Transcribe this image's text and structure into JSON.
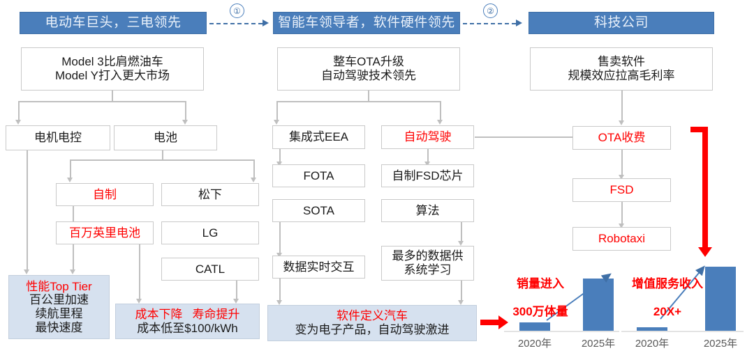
{
  "phases": [
    {
      "title": "电动车巨头，三电领先"
    },
    {
      "title": "智能车领导者，软件硬件领先"
    },
    {
      "title": "科技公司"
    }
  ],
  "transitions": [
    {
      "label": "①"
    },
    {
      "label": "②"
    }
  ],
  "column1": {
    "summary_line1": "Model 3比肩燃油车",
    "summary_line2": "Model Y打入更大市场",
    "nodes": {
      "motor": "电机电控",
      "battery": "电池",
      "self_made": "自制",
      "panasonic": "松下",
      "million_mile": "百万英里电池",
      "lg": "LG",
      "catl": "CATL"
    },
    "outcome_left": {
      "line1": "性能Top Tier",
      "line2": "百公里加速",
      "line3": "续航里程",
      "line4": "最快速度"
    },
    "outcome_right": {
      "line1a": "成本下降",
      "line1b": "寿命提升",
      "line2": "成本低至$100/kWh"
    }
  },
  "column2": {
    "summary_line1": "整车OTA升级",
    "summary_line2": "自动驾驶技术领先",
    "nodes": {
      "eea": "集成式EEA",
      "autopilot": "自动驾驶",
      "fota": "FOTA",
      "fsd_chip": "自制FSD芯片",
      "sota": "SOTA",
      "algorithm": "算法",
      "data_realtime": "数据实时交互",
      "data_learn_line1": "最多的数据供",
      "data_learn_line2": "系统学习"
    },
    "outcome": {
      "line1": "软件定义汽车",
      "line2": "变为电子产品，自动驾驶激进"
    }
  },
  "column3": {
    "summary_line1": "售卖软件",
    "summary_line2": "规模效应拉高毛利率",
    "nodes": {
      "ota_fee": "OTA收费",
      "fsd": "FSD",
      "robotaxi": "Robotaxi"
    }
  },
  "chart_data": [
    {
      "type": "bar",
      "title": "销量进入\n300万体量",
      "categories": [
        "2020年",
        "2025年"
      ],
      "values": [
        12,
        75
      ],
      "ylim": [
        0,
        100
      ],
      "grid": false,
      "annotation": "销量进入 300万体量",
      "trend": "up"
    },
    {
      "type": "bar",
      "title": "增值服务收入\n20X+",
      "categories": [
        "2020年",
        "2025年"
      ],
      "values": [
        5,
        92
      ],
      "ylim": [
        0,
        100
      ],
      "grid": false,
      "annotation": "增值服务收入 20X+",
      "trend": "up"
    }
  ],
  "colors": {
    "header_blue": "#4A7EBB",
    "shaded_blue": "#d6e1ef",
    "accent_red": "#FF0000",
    "connector_gray": "#bfbfbf",
    "bar_blue": "#4A7EBB"
  }
}
